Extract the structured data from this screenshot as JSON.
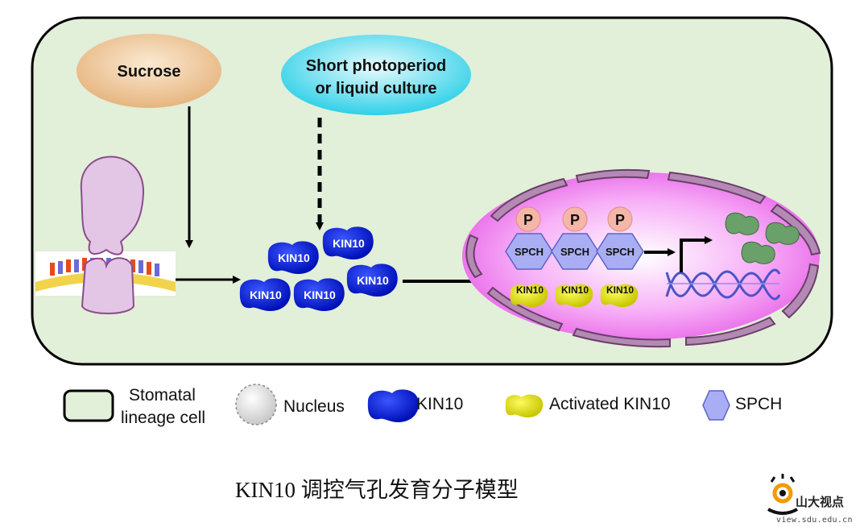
{
  "diagram": {
    "sucrose_label": "Sucrose",
    "signal_line1": "Short photoperiod",
    "signal_line2": "or liquid culture",
    "kin10_label": "KIN10",
    "phospho_label": "P",
    "spch_label": "SPCH",
    "colors": {
      "cell_fill": "#e2efd9",
      "cell_border": "#000000",
      "sucrose_fill": "#ecc69a",
      "signal_fill": "#3fd9ec",
      "kin10_fill": "#0a1ed8",
      "activated_kin10_fill": "#e2e000",
      "spch_fill": "#a9aef4",
      "nucleus_fill": "#f08cf0",
      "phospho_fill": "#f5b6a8",
      "product_fill": "#6aa06a"
    }
  },
  "legend": {
    "cell_line1": "Stomatal",
    "cell_line2": "lineage cell",
    "nucleus": "Nucleus",
    "kin10": "KIN10",
    "activated": "Activated KIN10",
    "spch": "SPCH"
  },
  "caption": "KIN10 调控气孔发育分子模型",
  "logo": {
    "name": "山大视点",
    "url": "view.sdu.edu.cn"
  }
}
